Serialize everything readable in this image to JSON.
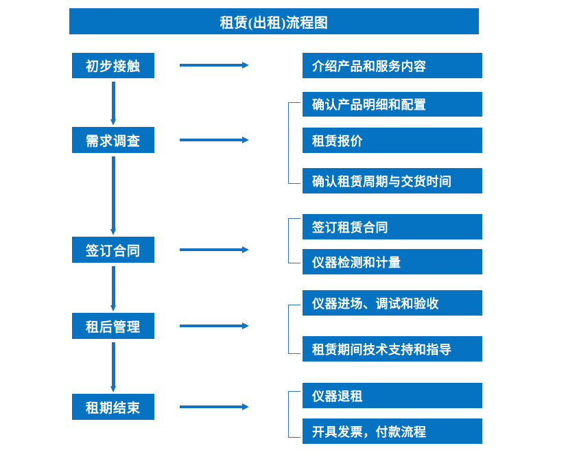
{
  "diagram": {
    "title": "租赁(出租)流程图",
    "accent_color": "#0572C2",
    "arrow_color": "#1273C4",
    "bracket_color": "#2E75B6",
    "text_color": "#FFFFFF",
    "background_color": "#FFFFFF"
  },
  "stages": [
    {
      "label": "初步接触"
    },
    {
      "label": "需求调查"
    },
    {
      "label": "签订合同"
    },
    {
      "label": "租后管理"
    },
    {
      "label": "租期结束"
    }
  ],
  "tasks": [
    {
      "label": "介绍产品和服务内容"
    },
    {
      "label": "确认产品明细和配置"
    },
    {
      "label": "租赁报价"
    },
    {
      "label": "确认租赁周期与交货时间"
    },
    {
      "label": "签订租赁合同"
    },
    {
      "label": "仪器检测和计量"
    },
    {
      "label": "仪器进场、调试和验收"
    },
    {
      "label": "租赁期间技术支持和指导"
    },
    {
      "label": "仪器退租"
    },
    {
      "label": "开具发票，付款流程"
    }
  ]
}
